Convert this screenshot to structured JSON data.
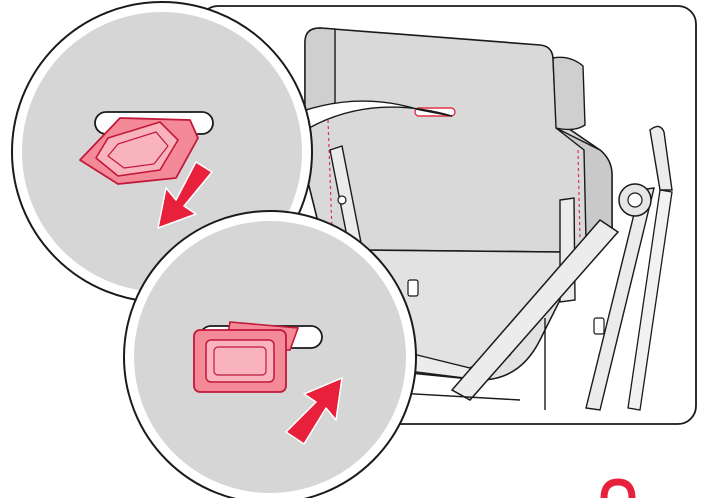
{
  "illustration": {
    "colors": {
      "background": "#ffffff",
      "panel_fill": "#ffffff",
      "outline": "#1a1a1a",
      "seat_fill": "#d9d9d9",
      "seat_shade": "#c8c8c8",
      "frame_fill": "#ececec",
      "callout_fill": "#d6d6d6",
      "highlight_fill": "#f48a98",
      "highlight_dark": "#e0324a",
      "highlight_stroke": "#c2183a",
      "arrow_fill": "#e8203c",
      "slot_fill": "#ffffff"
    },
    "steps": [
      {
        "id": "unclip",
        "direction": "pull-down-out",
        "icon": "arrow-down-left-icon"
      },
      {
        "id": "clip",
        "direction": "push-up-in",
        "icon": "arrow-up-right-icon"
      }
    ],
    "corner_mark_icon": "red-ring-icon"
  }
}
